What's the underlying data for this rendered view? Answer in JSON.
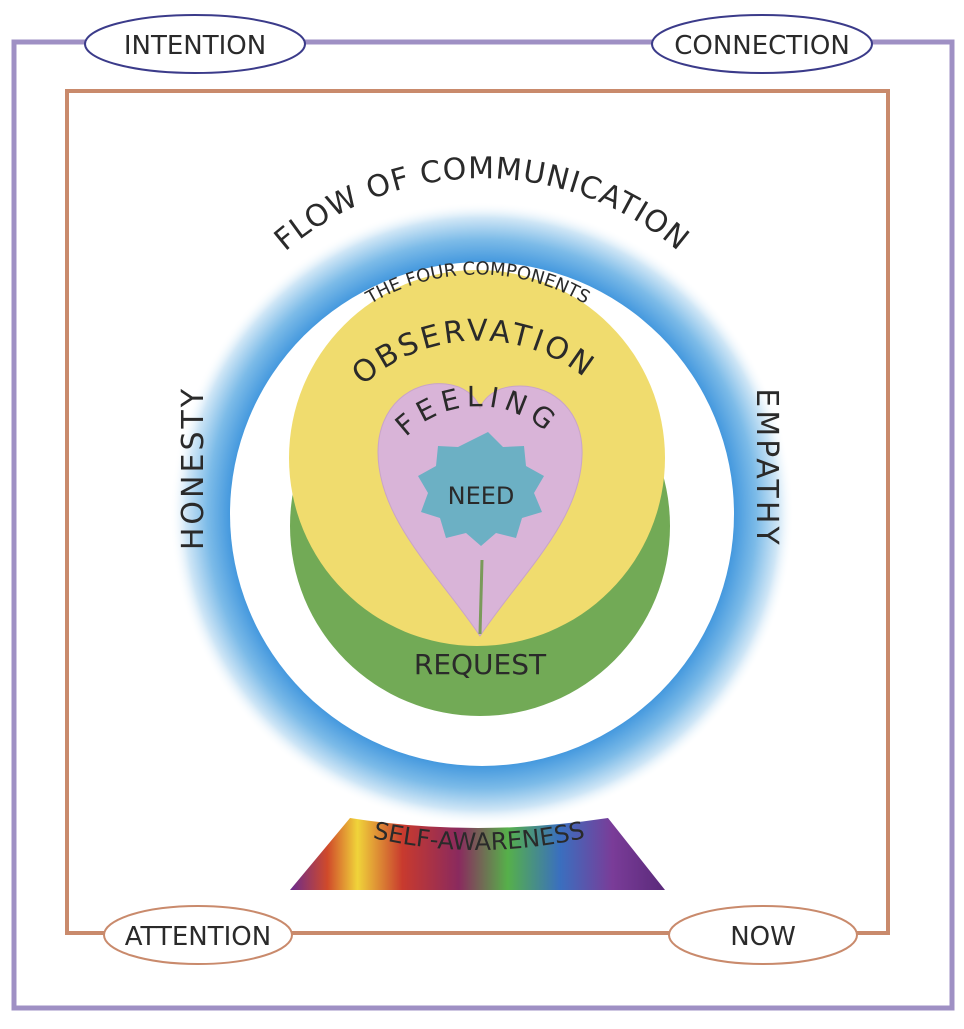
{
  "outer_frame": {
    "color": "#9f90c4",
    "top_left_label": "INTENTION",
    "top_right_label": "CONNECTION"
  },
  "inner_frame": {
    "color": "#c98a6c",
    "bottom_left_label": "ATTENTION",
    "bottom_right_label": "NOW"
  },
  "outer_ring": {
    "top_label": "FLOW OF COMMUNICATION",
    "left_label": "HONESTY",
    "right_label": "EMPATHY",
    "glow_color": "#5aa8e0"
  },
  "inner_circle": {
    "arc_label": "THE FOUR COMPONENTS"
  },
  "components": {
    "observation": {
      "label": "OBSERVATION",
      "color": "#f0dc6e"
    },
    "feeling": {
      "label": "FEELING",
      "color": "#d9b4d8"
    },
    "need": {
      "label": "NEED",
      "color": "#6cb0c4"
    },
    "request": {
      "label": "REQUEST",
      "color": "#72aa56"
    }
  },
  "base": {
    "label": "SELF-AWARENESS"
  }
}
